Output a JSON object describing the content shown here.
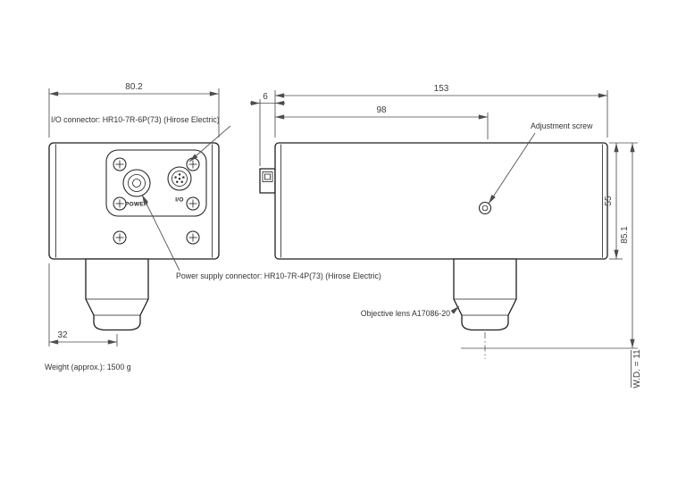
{
  "drawing": {
    "front_view": {
      "width_dim": "80.2",
      "lens_offset_dim": "32",
      "io_connector_label": "I/O connector: HR10-7R-6P(73) (Hirose Electric)",
      "power_connector_label": "Power supply connector: HR10-7R-4P(73) (Hirose Electric)",
      "power_port": "POWER",
      "io_port": "I/O",
      "weight_note": "Weight (approx.): 1500 g"
    },
    "side_view": {
      "length_dim": "153",
      "connector_depth_dim": "6",
      "screw_position_dim": "98",
      "body_height_dim": "55",
      "overall_height_dim": "85.1",
      "working_distance_label": "W.D. = 11",
      "adjustment_screw_label": "Adjustment screw",
      "objective_lens_label": "Objective lens A17086-20"
    },
    "colors": {
      "outline": "#1f1f1f",
      "dimension_lines": "#4d4d4d",
      "text": "#333333",
      "background": "#ffffff"
    }
  }
}
